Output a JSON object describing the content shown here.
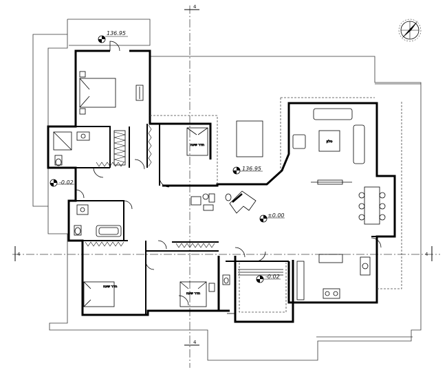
{
  "levels": {
    "top": "136.95",
    "mid": "136.95",
    "left": "-0.02",
    "entrance": "-0.02",
    "main": "±0.00"
  },
  "axis_markers": {
    "top": "4",
    "bottom": "4",
    "left": "4",
    "right": "4"
  },
  "room_labels": {
    "bedroom_nw": "חדר שינה",
    "bedroom_mid": "חדר שינה",
    "bedroom_sw": "חדר שינה",
    "living_table": "סלון"
  },
  "compass": {
    "icon": "north-arrow-icon"
  }
}
